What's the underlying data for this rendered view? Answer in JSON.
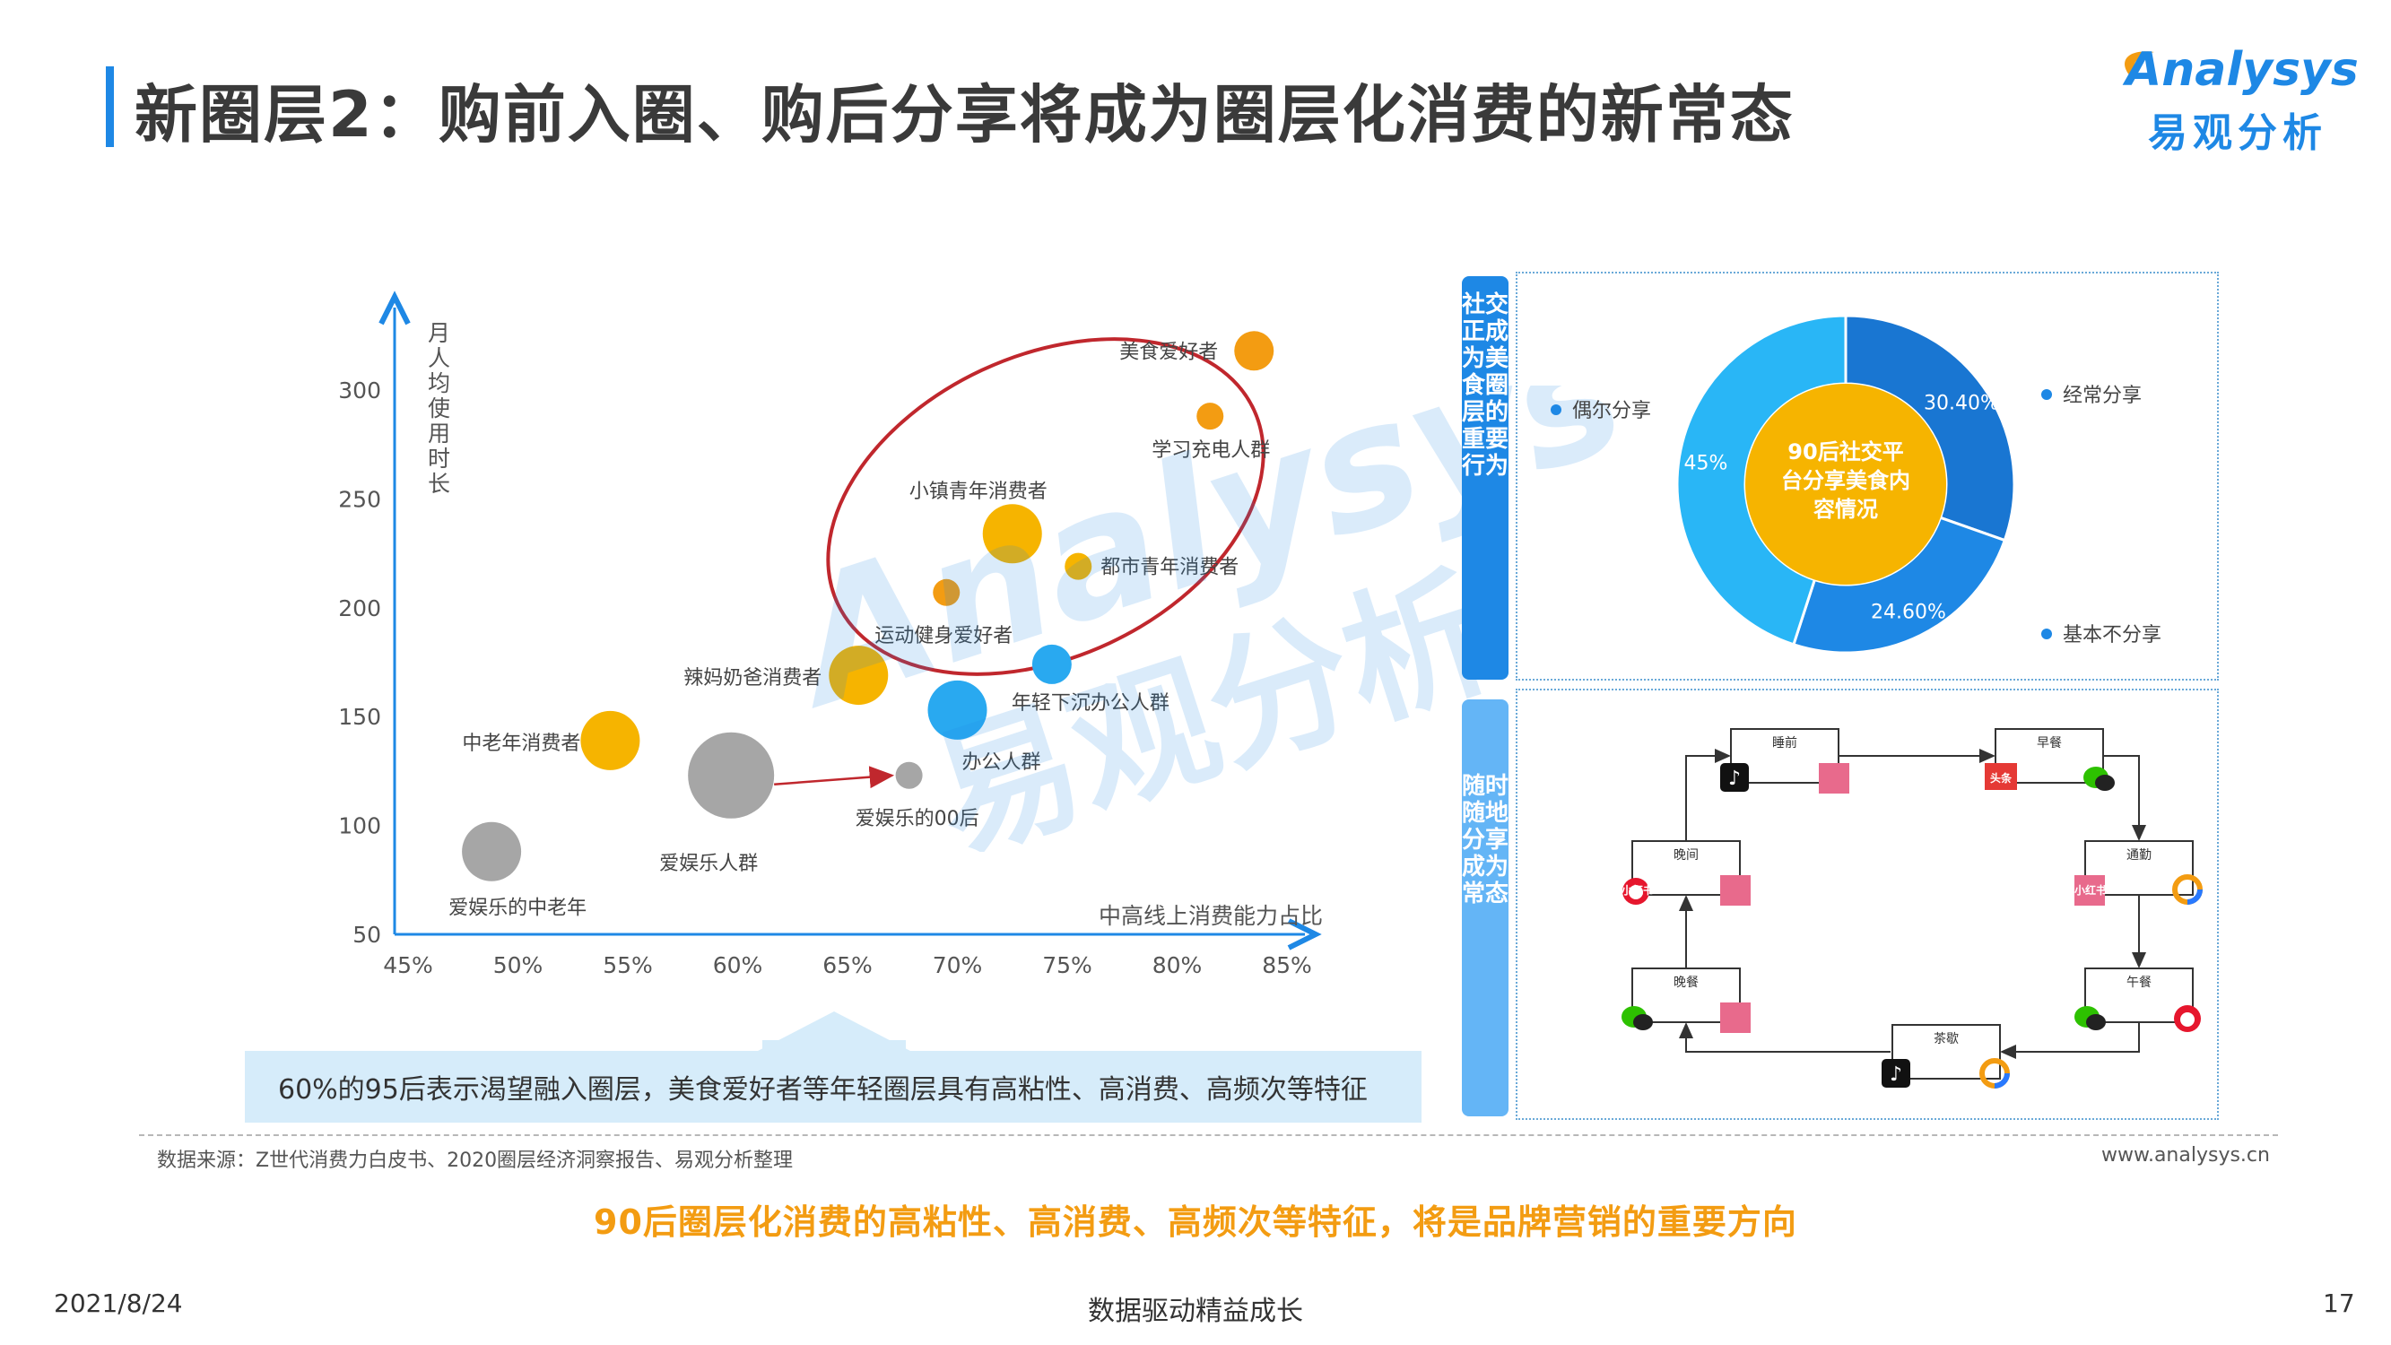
{
  "header": {
    "title": "新圈层2：购前入圈、购后分享将成为圈层化消费的新常态",
    "logo_en": "Analysys",
    "logo_cn": "易观分析"
  },
  "chart_data": [
    {
      "type": "scatter",
      "xlabel": "中高线上消费能力占比",
      "ylabel": "月人均使用时长",
      "x_ticks": [
        "45%",
        "50%",
        "55%",
        "60%",
        "65%",
        "70%",
        "75%",
        "80%",
        "85%"
      ],
      "y_ticks": [
        "50",
        "100",
        "150",
        "200",
        "250",
        "300"
      ],
      "xlim": [
        45,
        85
      ],
      "ylim": [
        50,
        300
      ],
      "points": [
        {
          "label": "美食爱好者",
          "x": 83.5,
          "y": 318,
          "size": "medium",
          "color": "#f39c12"
        },
        {
          "label": "学习充电人群",
          "x": 81.5,
          "y": 288,
          "size": "small",
          "color": "#f39c12"
        },
        {
          "label": "小镇青年消费者",
          "x": 72.5,
          "y": 234,
          "size": "large",
          "color": "#f6b400"
        },
        {
          "label": "都市青年消费者",
          "x": 75.5,
          "y": 219,
          "size": "small",
          "color": "#f6b400"
        },
        {
          "label": "运动健身爱好者",
          "x": 69.5,
          "y": 207,
          "size": "small",
          "color": "#f39c12"
        },
        {
          "label": "辣妈奶爸消费者",
          "x": 65.5,
          "y": 169,
          "size": "large",
          "color": "#f6b400"
        },
        {
          "label": "年轻下沉办公人群",
          "x": 74.3,
          "y": 174,
          "size": "medium",
          "color": "#29a9f0"
        },
        {
          "label": "办公人群",
          "x": 70,
          "y": 153,
          "size": "large",
          "color": "#29a9f0"
        },
        {
          "label": "中老年消费者",
          "x": 54.2,
          "y": 139,
          "size": "large",
          "color": "#f6b400"
        },
        {
          "label": "爱娱乐人群",
          "x": 59.7,
          "y": 123,
          "size": "xlarge",
          "color": "#a6a6a6"
        },
        {
          "label": "爱娱乐的00后",
          "x": 67.8,
          "y": 123,
          "size": "small",
          "color": "#a6a6a6"
        },
        {
          "label": "爱娱乐的中老年",
          "x": 48.8,
          "y": 88,
          "size": "large",
          "color": "#a6a6a6"
        }
      ],
      "arrow": {
        "from": "爱娱乐人群",
        "to": "爱娱乐的00后",
        "color": "#c0272d"
      },
      "highlight_ellipse_color": "#c0272d",
      "grid": false
    },
    {
      "type": "pie",
      "donut": true,
      "center_label": "90后社交平台分享美食内容情况",
      "slices": [
        {
          "name": "经常分享",
          "value": 30.4,
          "label": "30.40%",
          "color": "#1976d2"
        },
        {
          "name": "基本不分享",
          "value": 24.6,
          "label": "24.60%",
          "color": "#1e88e5"
        },
        {
          "name": "偶尔分享",
          "value": 45,
          "label": "45%",
          "color": "#29b6f6"
        }
      ]
    }
  ],
  "callout": "60%的95后表示渴望融入圈层，美食爱好者等年轻圈层具有高粘性、高消费、高频次等特征",
  "sidebars": {
    "top": "社交正成为美食圈层的重要行为",
    "bottom": "随时随地分享成为常态"
  },
  "cycle": {
    "nodes": [
      {
        "label": "睡前",
        "apps": [
          "tiktok-icon",
          "xiaohongshu-icon"
        ]
      },
      {
        "label": "早餐",
        "apps": [
          "toutiao-icon",
          "wechat-icon"
        ],
        "app_text": "头条"
      },
      {
        "label": "通勤",
        "apps": [
          "xiaohongshu-icon",
          "app-ring-icon"
        ],
        "app_text": "小红书"
      },
      {
        "label": "午餐",
        "apps": [
          "wechat-icon",
          "weibo-icon"
        ]
      },
      {
        "label": "茶歇",
        "apps": [
          "tiktok-icon",
          "app-ring-icon"
        ]
      },
      {
        "label": "晚餐",
        "apps": [
          "wechat-icon",
          "xiaohongshu-icon"
        ]
      },
      {
        "label": "晚间",
        "apps": [
          "weibo-icon",
          "xiaohongshu-icon"
        ],
        "app_text": "小红书"
      }
    ]
  },
  "footer": {
    "source": "数据来源：Z世代消费力白皮书、2020圈层经济洞察报告、易观分析整理",
    "site": "www.analysys.cn",
    "conclusion": "90后圈层化消费的高粘性、高消费、高频次等特征，将是品牌营销的重要方向",
    "date": "2021/8/24",
    "slogan": "数据驱动精益成长",
    "page": "17"
  },
  "watermark": {
    "en": "Analysys",
    "cn": "易观分析"
  }
}
